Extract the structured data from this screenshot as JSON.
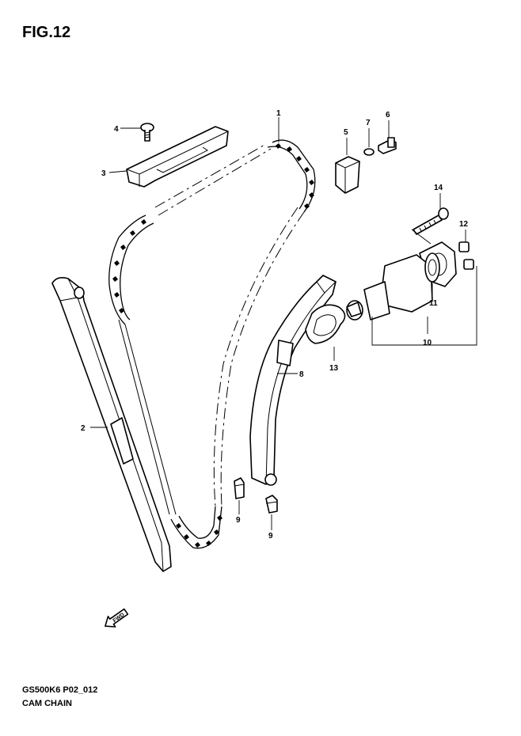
{
  "figure": {
    "title": "FIG.12"
  },
  "footer": {
    "code": "GS500K6 P02_012",
    "name": "CAM CHAIN"
  },
  "fwd_arrow": {
    "text": "FWD"
  },
  "callouts": [
    "1",
    "2",
    "3",
    "4",
    "5",
    "6",
    "7",
    "8",
    "9",
    "9",
    "10",
    "11",
    "12",
    "13",
    "14"
  ]
}
